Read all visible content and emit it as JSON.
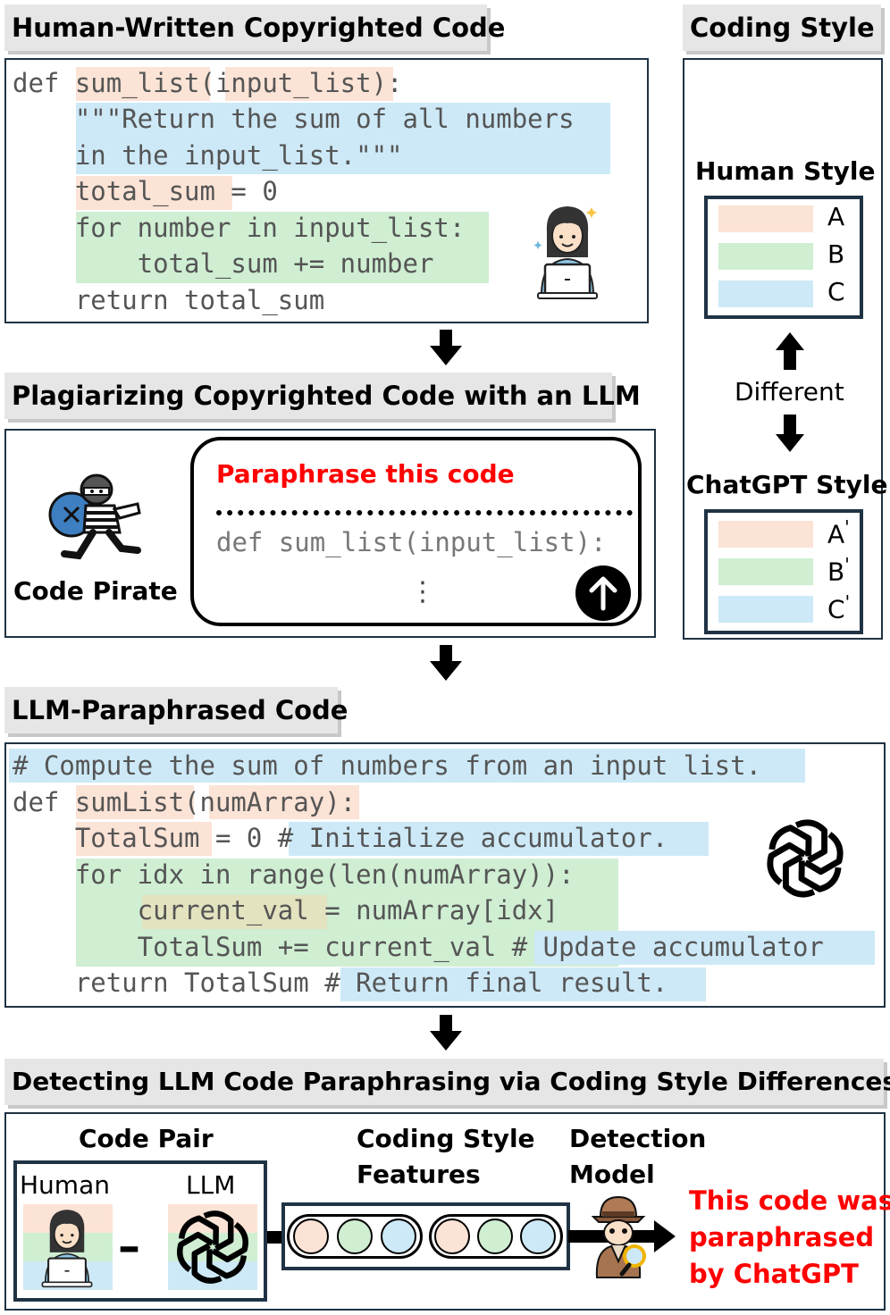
{
  "panel1": {
    "title": "Human-Written Copyrighted Code",
    "lines": [
      "def sum_list(input_list):",
      "    \"\"\"Return the sum of all numbers",
      "    in the input_list.\"\"\"",
      "    total_sum = 0",
      "    for number in input_list:",
      "        total_sum += number",
      "    return total_sum"
    ]
  },
  "panel2": {
    "title": "Plagiarizing Copyrighted Code with an LLM",
    "pirate_label": "Code Pirate",
    "prompt": "Paraphrase this code",
    "code_line": "def sum_list(input_list):",
    "ellipsis": "⋮",
    "send_icon": "↑"
  },
  "panel3": {
    "title": "LLM-Paraphrased Code",
    "lines": [
      "# Compute the sum of numbers from an input list.",
      "def sumList(numArray):",
      "    TotalSum = 0 # Initialize accumulator.",
      "    for idx in range(len(numArray)):",
      "        current_val = numArray[idx]",
      "        TotalSum += current_val # Update accumulator",
      "    return TotalSum # Return final result."
    ]
  },
  "panel4": {
    "title": "Detecting LLM Code Paraphrasing via Coding Style Differences",
    "code_pair_label": "Code Pair",
    "human_label": "Human",
    "llm_label": "LLM",
    "minus": "–",
    "features_label_1": "Coding Style",
    "features_label_2": "Features",
    "model_label_1": "Detection",
    "model_label_2": "Model",
    "result_1": "This code was",
    "result_2": "paraphrased",
    "result_3": "by ChatGPT"
  },
  "style": {
    "title": "Coding Style",
    "human_style": "Human Style",
    "chatgpt_style": "ChatGPT Style",
    "different": "Different",
    "human_items": [
      "A",
      "B",
      "C"
    ],
    "gpt_items": [
      "A",
      "B",
      "C"
    ],
    "prime": "'"
  },
  "colors": {
    "orange": "#fbe3d6",
    "green": "#cfeed2",
    "blue": "#cde9f7",
    "red": "#ff0000",
    "border": "#1f3344"
  }
}
